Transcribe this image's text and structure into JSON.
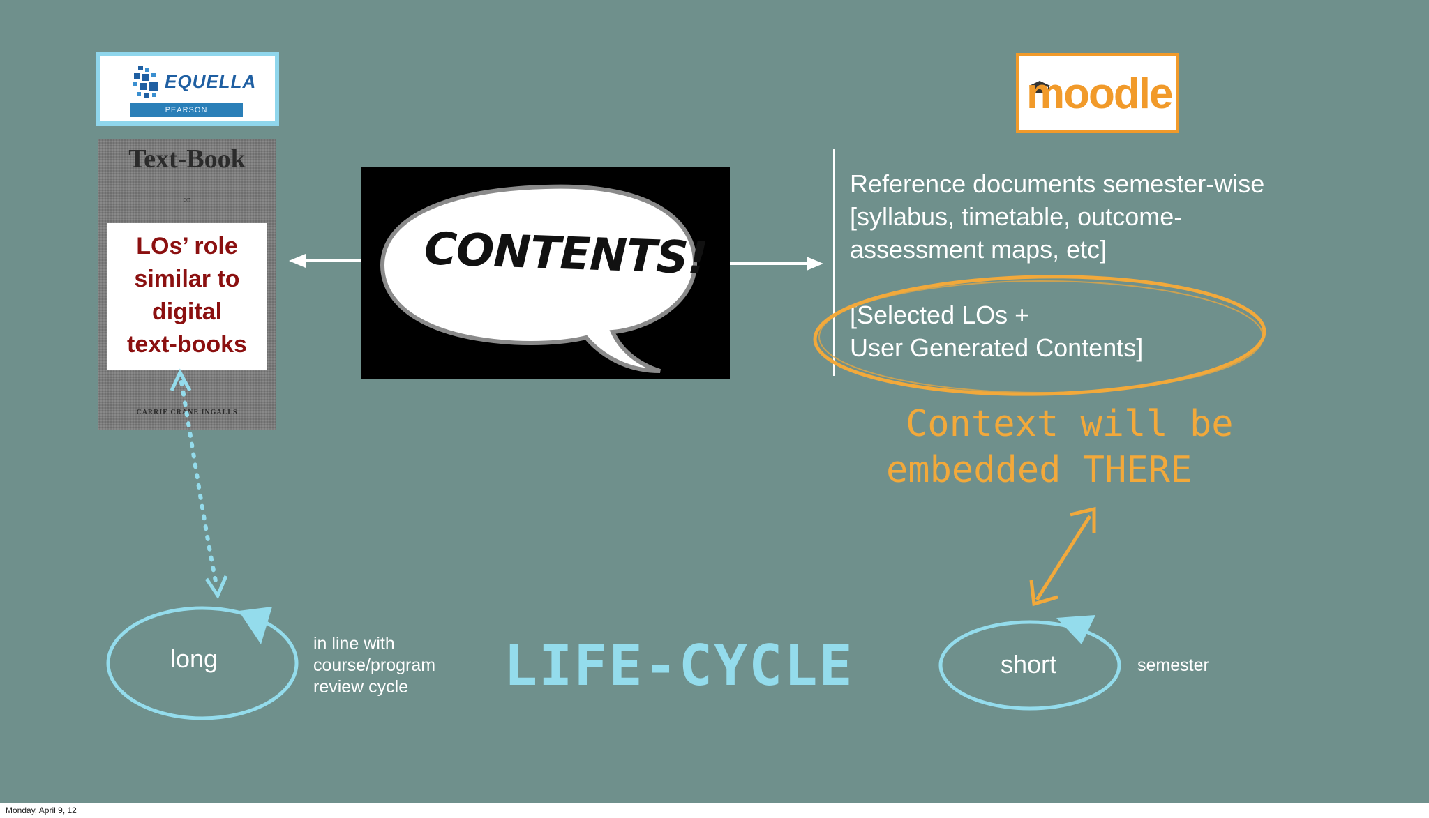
{
  "slide": {
    "equella_logo": {
      "brand": "EQUELLA",
      "sub": "PEARSON",
      "icon": "equella-logo-icon"
    },
    "textbook": {
      "title": "Text-Book",
      "on": "on",
      "author": "CARRIE CRANE INGALLS",
      "card_lines": [
        "LOs’ role",
        "similar to",
        "digital",
        "text-books"
      ]
    },
    "contents_bubble": {
      "text": "CONTENTS!"
    },
    "moodle_logo": {
      "word": "moodle",
      "icon": "graduation-cap-icon"
    },
    "reference": {
      "lines": [
        "Reference documents semester-wise",
        "[syllabus, timetable, outcome-",
        "assessment maps, etc]"
      ],
      "selected_lines": [
        "[Selected LOs +",
        "User Generated Contents]"
      ]
    },
    "context_note": {
      "line1": "Context will be",
      "line2": "embedded THERE"
    },
    "lifecycle": {
      "title": "LIFE-CYCLE",
      "long_label": "long",
      "long_note": [
        "in line with",
        "course/program",
        "review cycle"
      ],
      "short_label": "short",
      "short_note": "semester"
    },
    "colors": {
      "background": "#6f908c",
      "accent_orange": "#f2a93b",
      "accent_cyan": "#94dcec",
      "card_text": "#8b1010"
    }
  },
  "footer": {
    "date": "Monday, April 9, 12"
  }
}
